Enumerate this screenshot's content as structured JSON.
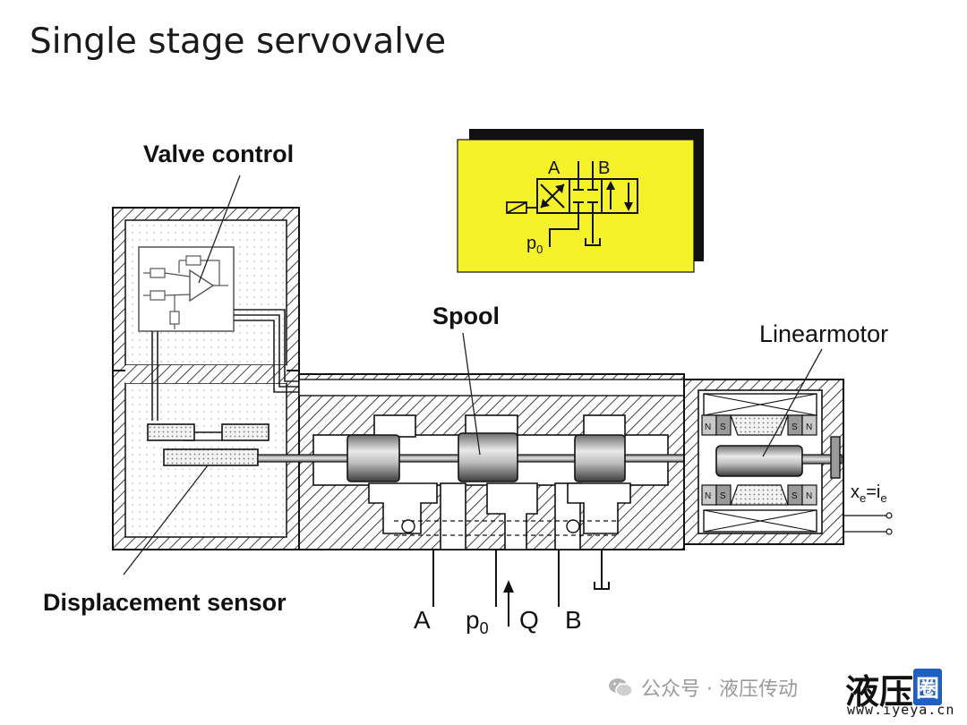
{
  "title": "Single stage servovalve",
  "labels": {
    "valve_control": "Valve control",
    "spool": "Spool",
    "linearmotor": "Linearmotor",
    "displacement_sensor": "Displacement sensor",
    "port_a": "A",
    "port_b": "B",
    "port_p": "p",
    "port_p_sub": "0",
    "flow_q": "Q",
    "signal_x": "x",
    "signal_x_sub": "e",
    "signal_eq": "=i",
    "signal_i_sub": "e",
    "magnet_n": "N",
    "magnet_s": "S"
  },
  "symbol": {
    "port_a": "A",
    "port_b": "B",
    "port_p": "p",
    "port_p_sub": "0",
    "background": "#f5f22a"
  },
  "watermark": {
    "text": "公众号 · 液压传动",
    "logo_main": "液压",
    "logo_badge": "圈",
    "url": "www.iyeya.cn"
  },
  "colors": {
    "outline": "#111111",
    "symbol_yellow": "#f5f22a",
    "logo_blue": "#1f5fbf"
  },
  "icons": [
    "wechat-icon",
    "amplifier-icon",
    "tank-icon",
    "flow-arrow-icon"
  ]
}
